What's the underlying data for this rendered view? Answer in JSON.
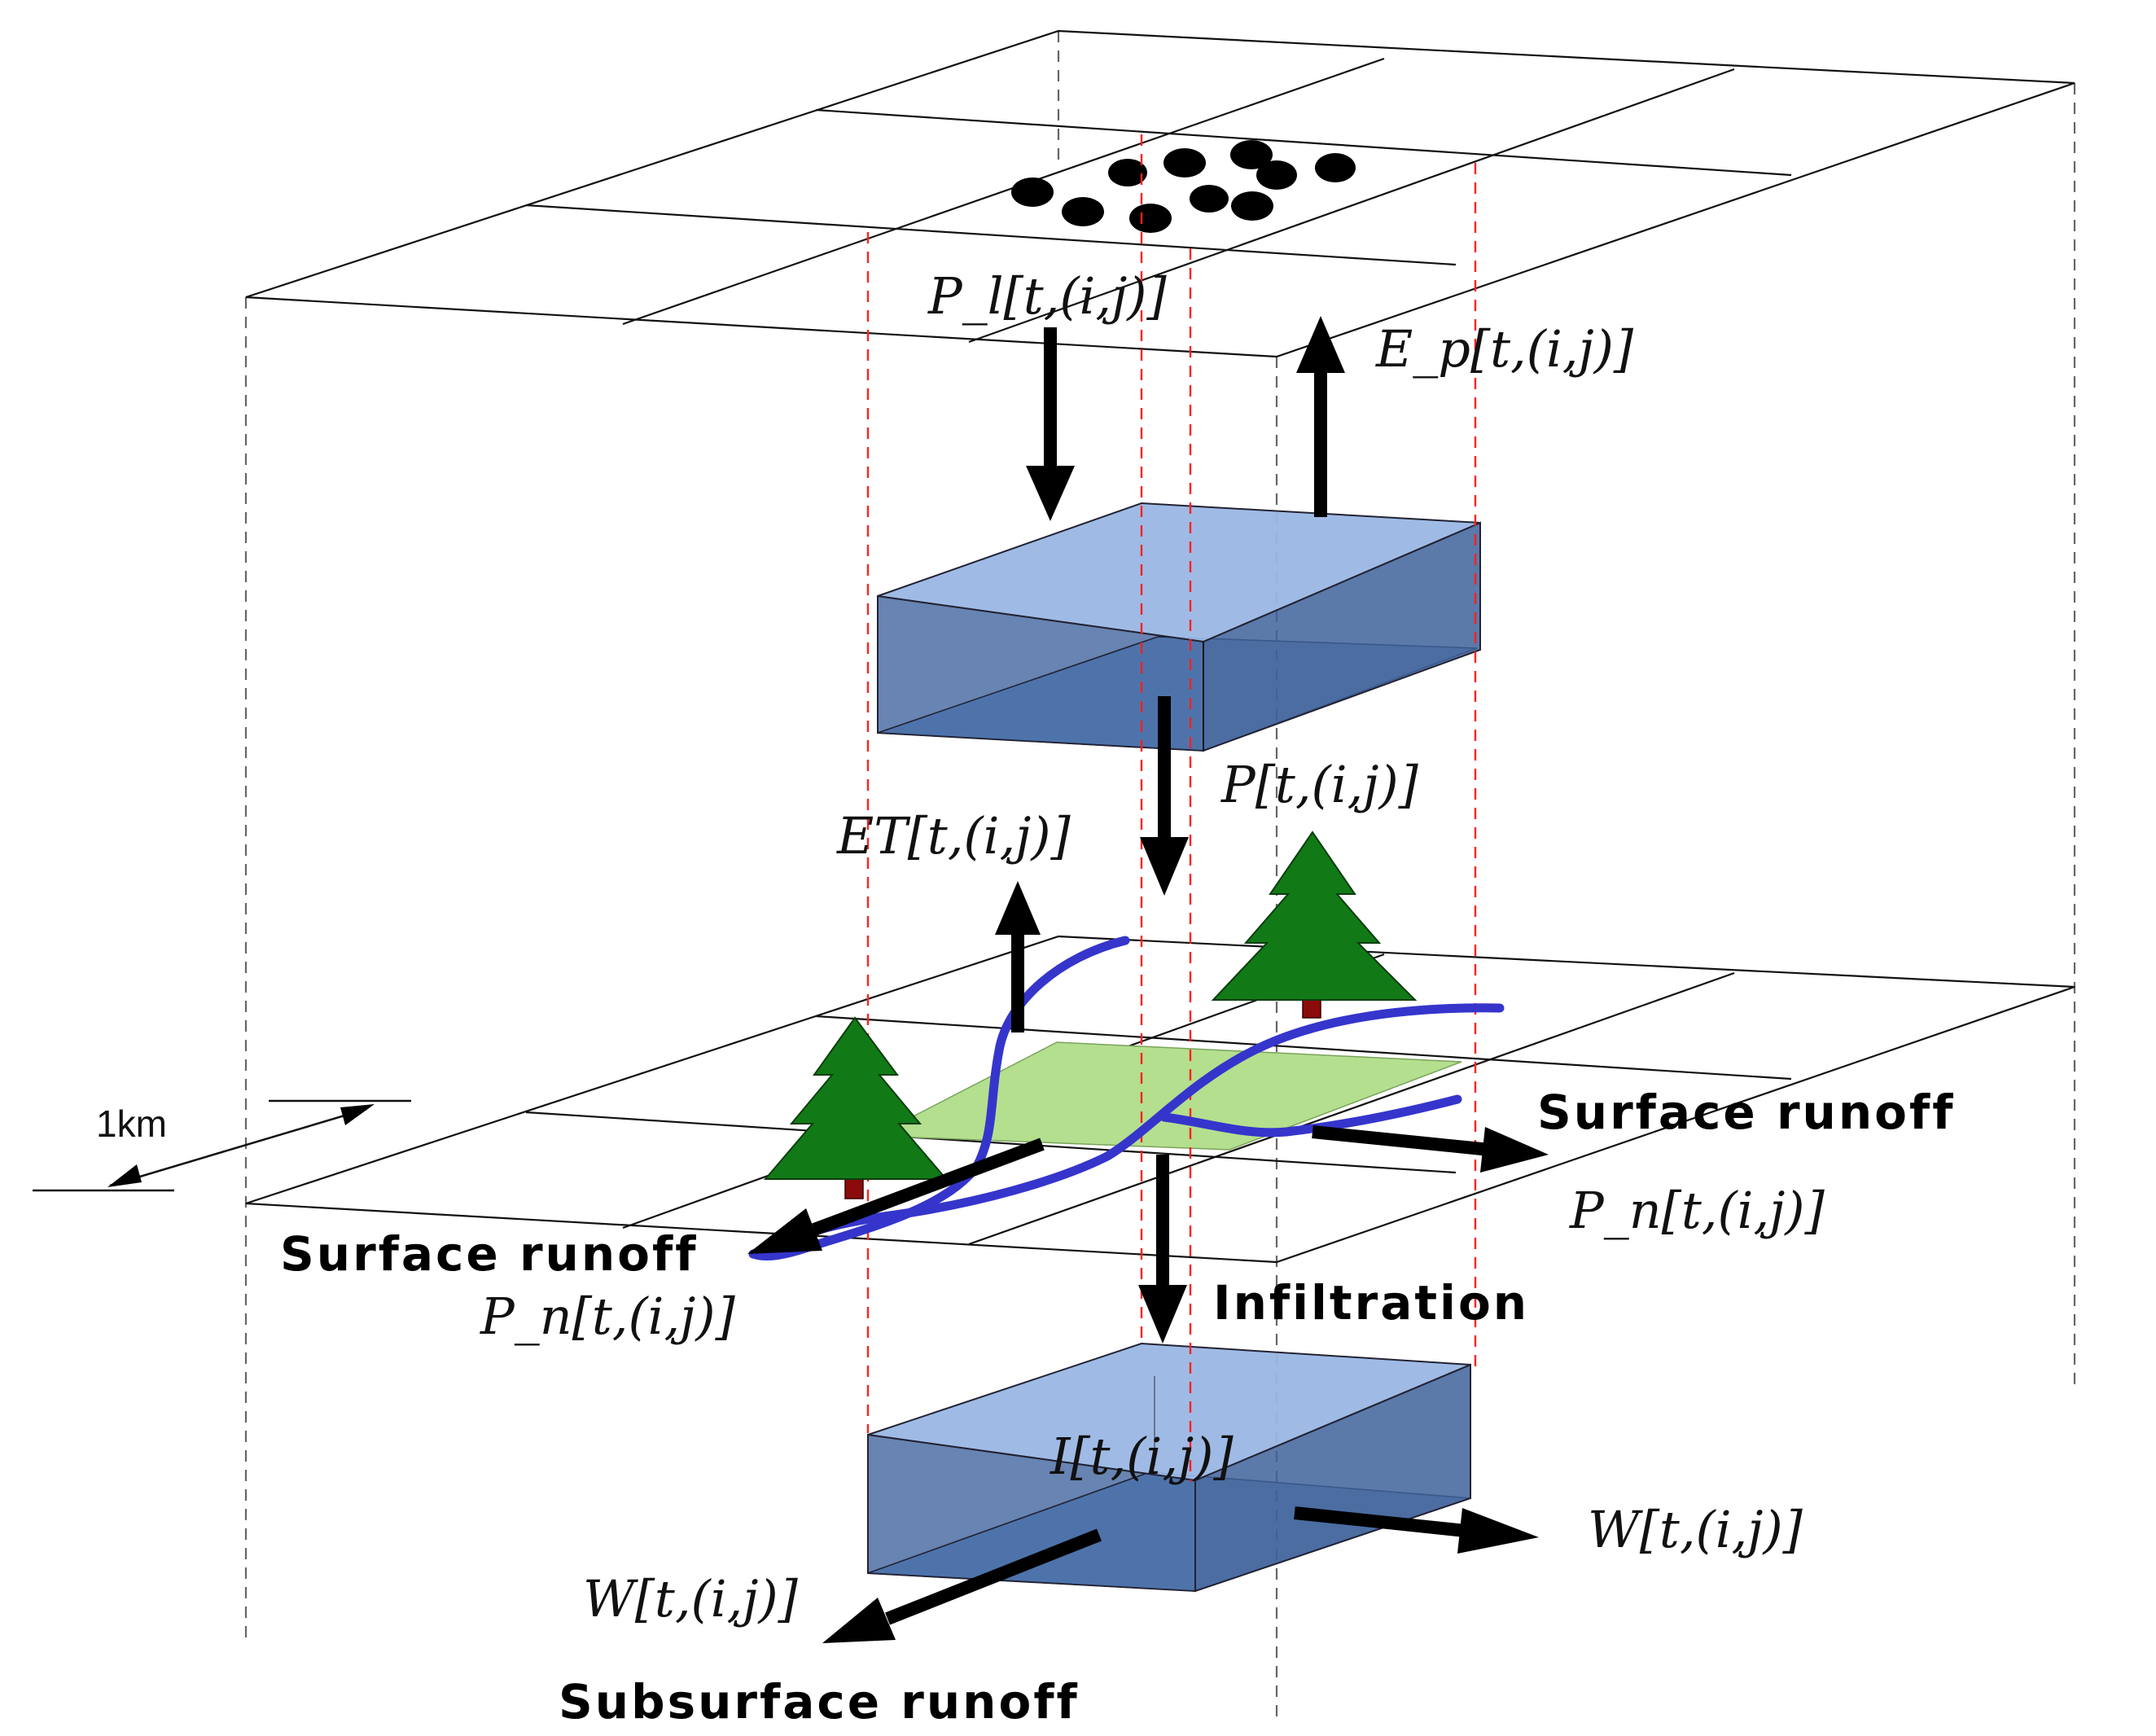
{
  "labels": {
    "p_l": "P_l[t,(i,j)]",
    "e_p": "E_p[t,(i,j)]",
    "p": "P[t,(i,j)]",
    "et": "ET[t,(i,j)]",
    "surface_runoff_left": "Surface runoff",
    "surface_runoff_right": "Surface runoff",
    "p_n_left": "P_n[t,(i,j)]",
    "p_n_right": "P_n[t,(i,j)]",
    "infiltration": "Infiltration",
    "i": "I[t,(i,j)]",
    "w_left": "W[t,(i,j)]",
    "w_right": "W[t,(i,j)]",
    "subsurface_runoff": "Subsurface runoff",
    "scale": "1km"
  },
  "colors": {
    "water_top": "#9ab7e4",
    "water_side": "#4c6fa5",
    "river": "#3535cc",
    "tree": "#117a16",
    "trunk": "#8b0b0b",
    "land_patch": "#b4df8f",
    "guide_red": "#ff2222"
  }
}
